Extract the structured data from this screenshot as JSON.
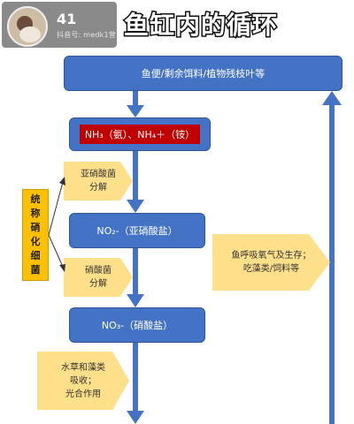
{
  "header": {
    "user_number": "41",
    "user_sub": "抖音号: medk1营",
    "title": "鱼缸内的循环"
  },
  "boxes": {
    "top": "鱼便/剩余饵料/植物残枝叶等",
    "nh3": "NH₃（氨）、NH₄＋（铵）",
    "no2": "NO₂-（亚硝酸盐）",
    "no3": "NO₃-（硝酸盐）"
  },
  "labels": {
    "nitrite_bacteria": [
      "亚硝酸菌",
      "分解"
    ],
    "nitrate_bacteria": [
      "硝酸菌",
      "分解"
    ],
    "plants": [
      "水草和藻类",
      "吸收；",
      "光合作用"
    ],
    "fish": [
      "鱼呼吸氧气及生存；",
      "吃藻类/饲料等"
    ],
    "side_tag": [
      "统",
      "称",
      "硝",
      "化",
      "细",
      "菌"
    ]
  },
  "colors": {
    "box_blue": "#4472c4",
    "highlight_red": "#c00000",
    "chevron_yellow": "#ffe08a",
    "tag_orange": "#ffc000"
  }
}
